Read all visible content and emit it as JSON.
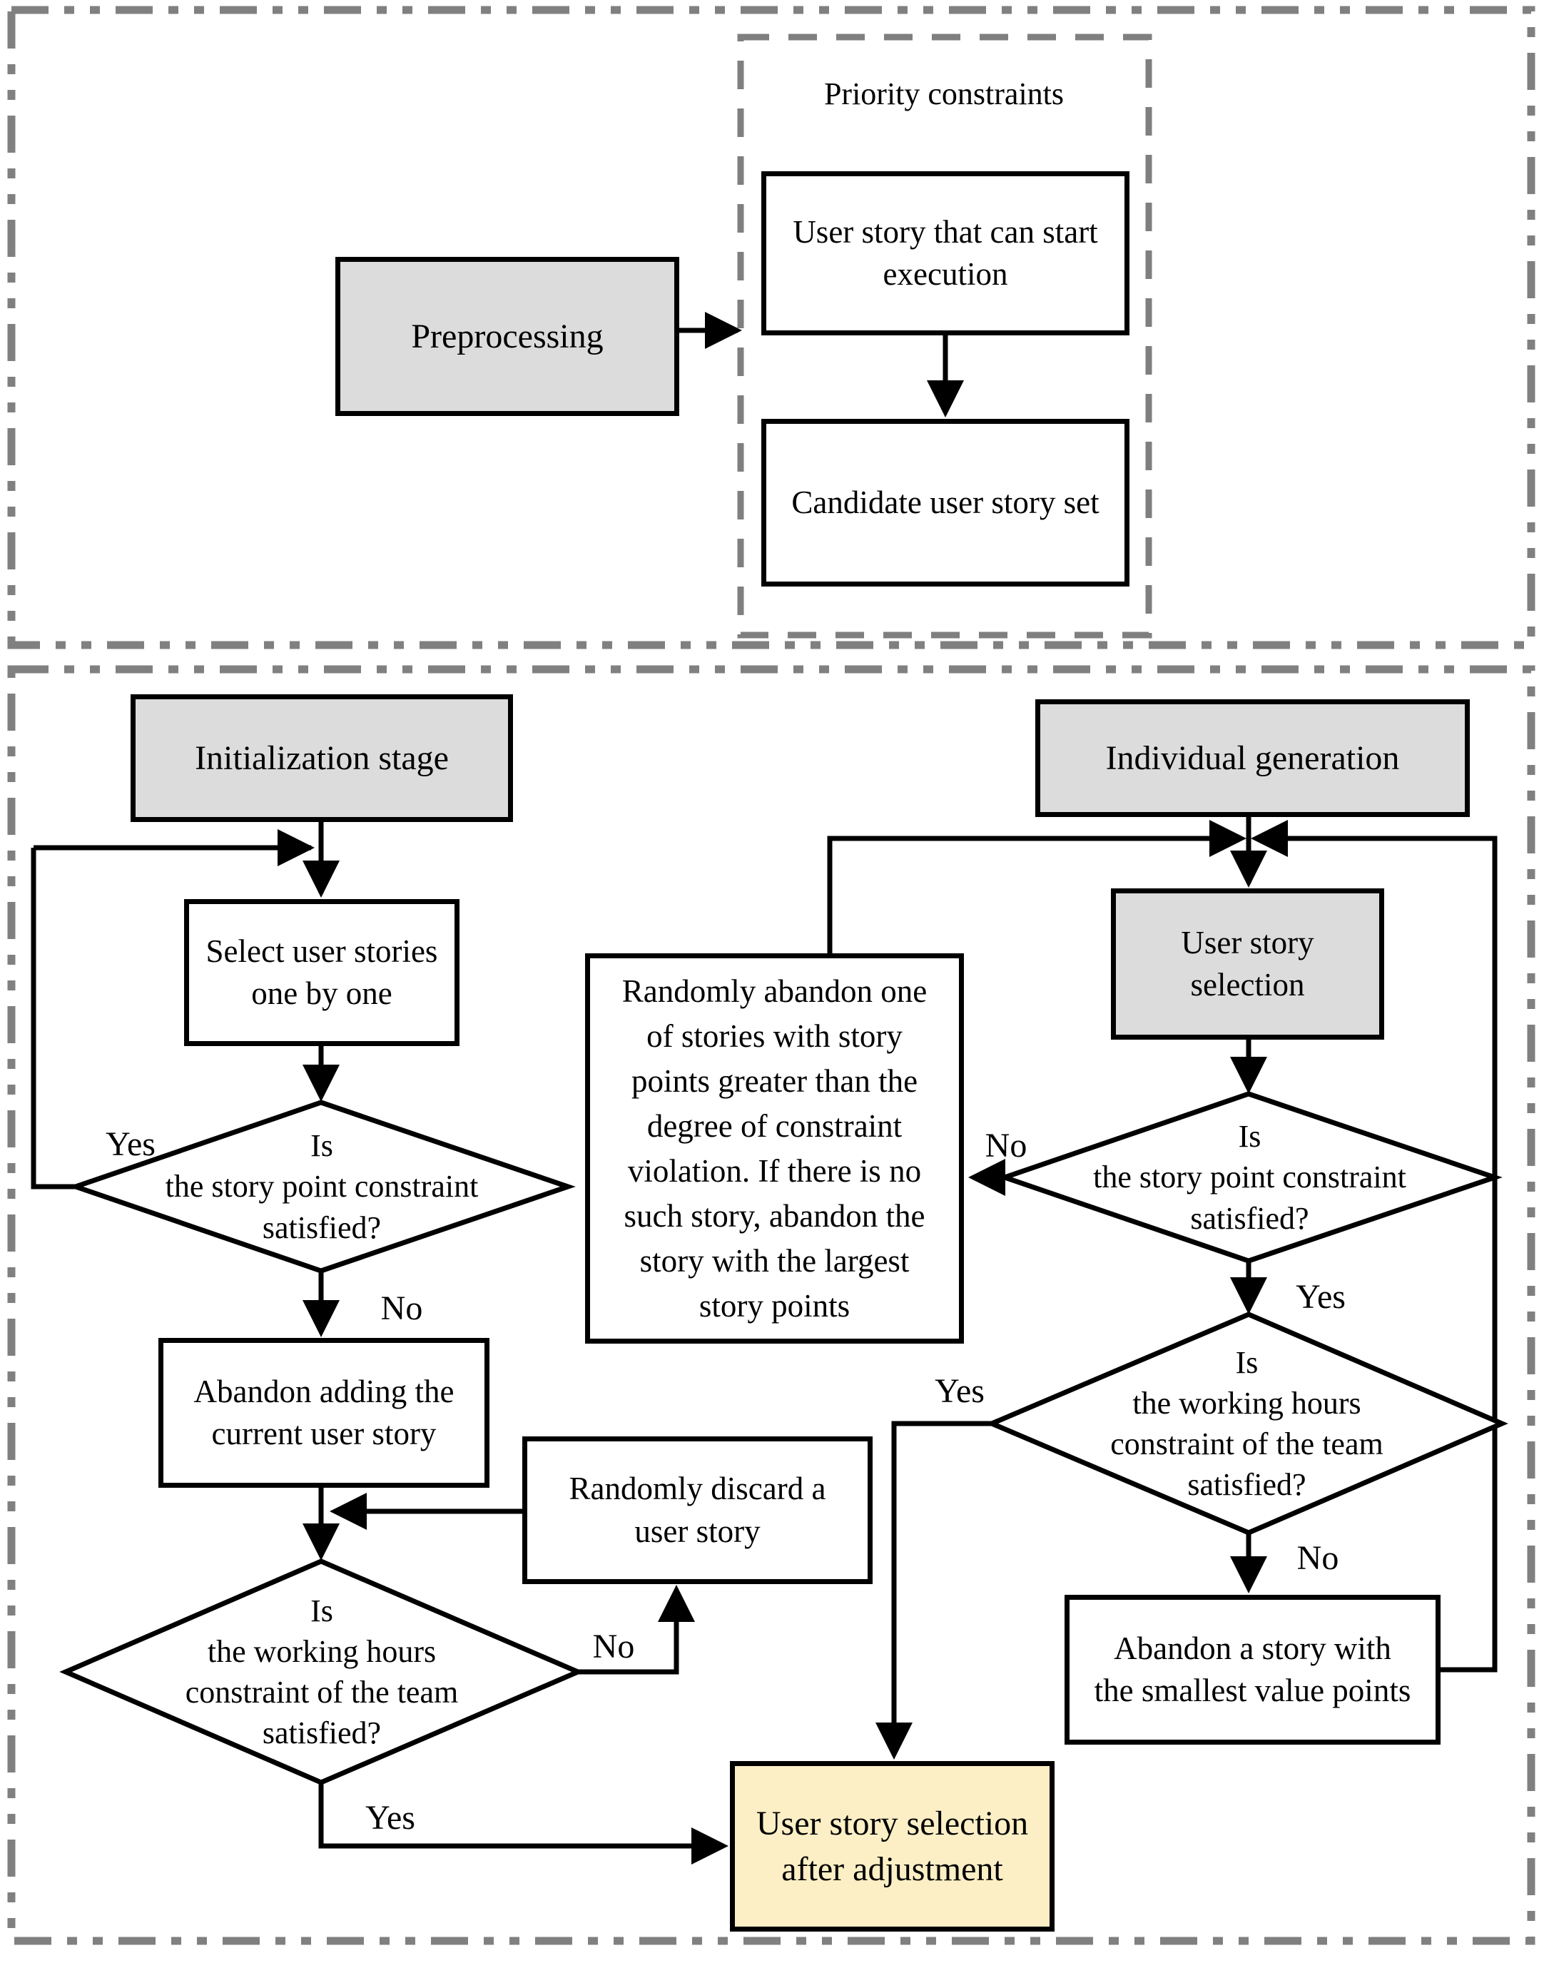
{
  "colors": {
    "node_gray": "#DCDCDC",
    "node_yellow": "#FCEFC5",
    "line_black": "#000000",
    "dashed_gray": "#7F7F7F",
    "background": "#FFFFFF"
  },
  "labels": {
    "yes": "Yes",
    "no": "No"
  },
  "top": {
    "preprocessing": "Preprocessing",
    "priority_title": "Priority constraints",
    "user_story_start": {
      "lines": [
        "User story that can start",
        "execution"
      ]
    },
    "candidate_set": "Candidate user story set"
  },
  "main": {
    "initialization": "Initialization stage",
    "individual_generation": "Individual generation",
    "select_stories": {
      "lines": [
        "Select user stories",
        "one by one"
      ]
    },
    "user_story_selection": {
      "lines": [
        "User story",
        "selection"
      ]
    },
    "diamond_story_point_left": {
      "lines": [
        "Is",
        "the story point constraint",
        "satisfied?"
      ]
    },
    "diamond_story_point_right": {
      "lines": [
        "Is",
        "the story point constraint",
        "satisfied?"
      ]
    },
    "diamond_working_hours_left": {
      "lines": [
        "Is",
        "the working hours",
        "constraint of the team",
        "satisfied?"
      ]
    },
    "diamond_working_hours_right": {
      "lines": [
        "Is",
        "the working hours",
        "constraint of the team",
        "satisfied?"
      ]
    },
    "abandon_adding": {
      "lines": [
        "Abandon adding the",
        "current user story"
      ]
    },
    "randomly_discard": {
      "lines": [
        "Randomly discard a",
        "user story"
      ]
    },
    "randomly_abandon": {
      "lines": [
        "Randomly abandon one",
        "of stories with story",
        "points greater than the",
        "degree of constraint",
        "violation. If there is no",
        "such story, abandon the",
        "story with the largest",
        "story points"
      ]
    },
    "abandon_smallest": {
      "lines": [
        "Abandon a story with",
        "the smallest value points"
      ]
    },
    "selection_after_adjustment": {
      "lines": [
        "User story selection",
        "after adjustment"
      ]
    }
  }
}
